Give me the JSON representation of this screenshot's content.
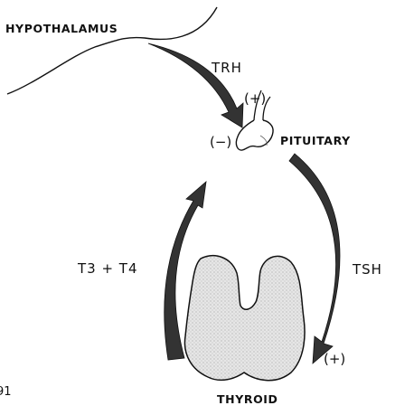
{
  "labels": {
    "hypothalamus": "HYPOTHALAMUS",
    "trh": "TRH",
    "trh_effect": "(+)",
    "pituitary": "PITUITARY",
    "pituitary_feedback": "(−)",
    "tsh": "TSH",
    "tsh_effect": "(+)",
    "t3_t4": "T3 + T4",
    "thyroid": "THYROID",
    "corner_mark": "91"
  },
  "colors": {
    "ink": "#111111",
    "arrow": "#333333",
    "gland_fill": "#e4e4e4",
    "background": "#ffffff"
  },
  "icons": {
    "pituitary": "pituitary-gland-icon",
    "thyroid": "thyroid-gland-icon"
  }
}
